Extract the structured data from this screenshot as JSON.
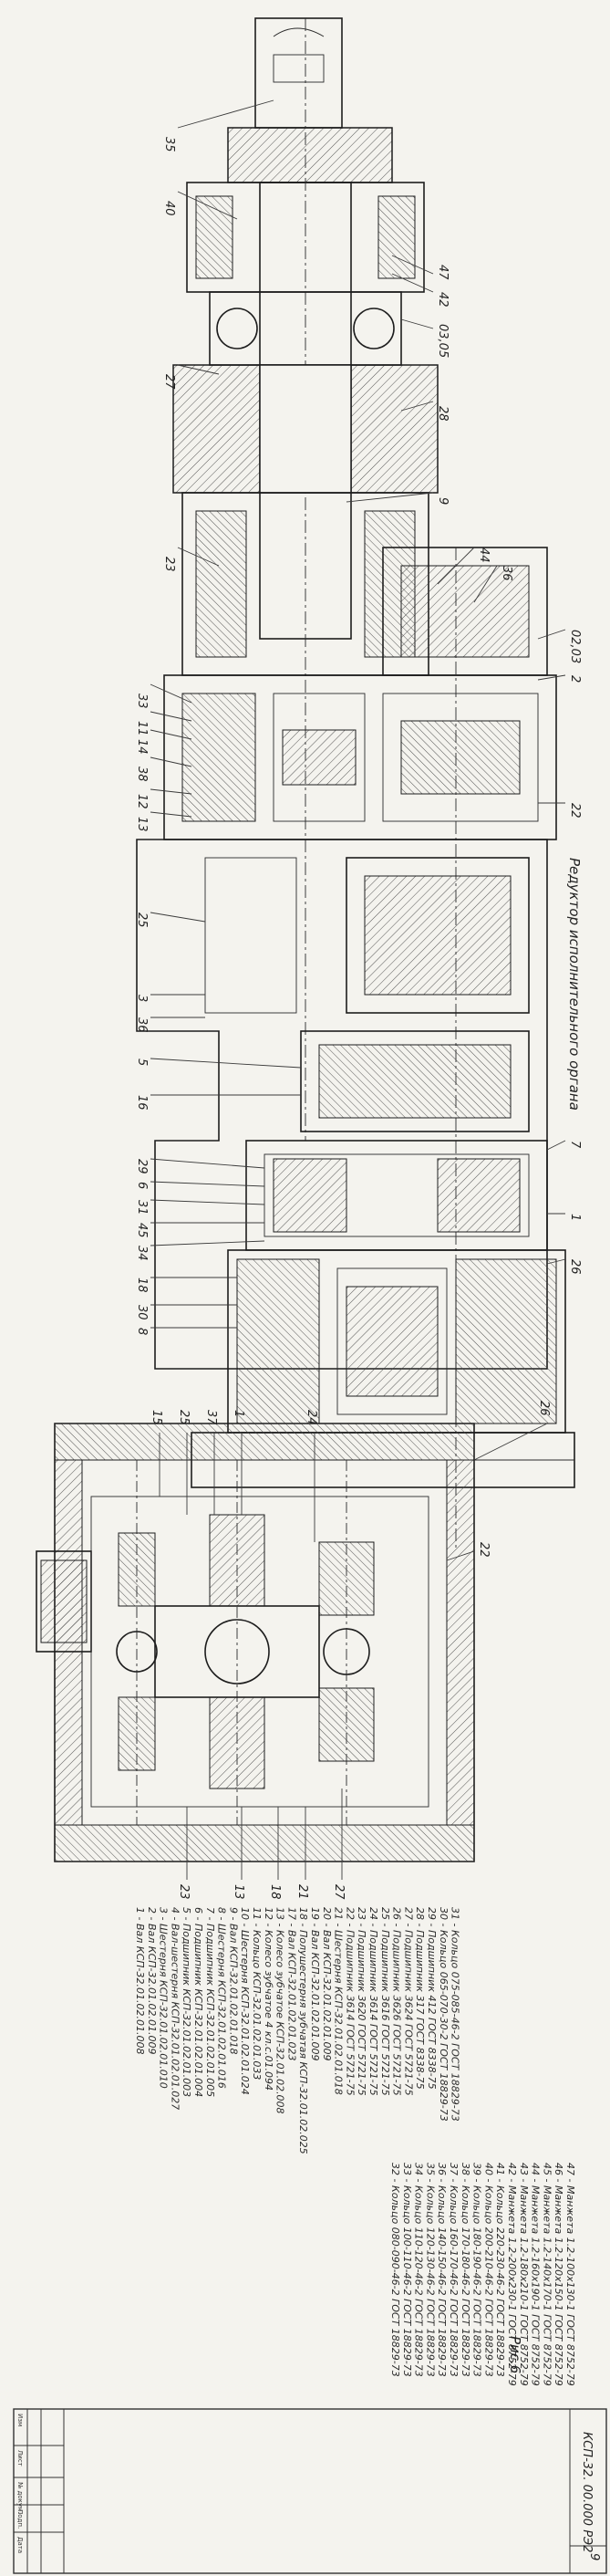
{
  "drawing": {
    "sheet_number": "9",
    "figure_caption": "Рис.6",
    "designation": "КСП-32. 00.000 РЭ2",
    "title_block_cells": [
      "Изм",
      "Лист",
      "№ докум.",
      "Подп.",
      "Дата"
    ],
    "gearbox_caption": "Редуктор исполнительного органа",
    "sections": {
      "upper": {
        "name": "longitudinal-section"
      },
      "lower": {
        "name": "cross-section"
      }
    }
  },
  "upper_callouts": [
    {
      "label": "35"
    },
    {
      "label": "40"
    },
    {
      "label": "42"
    },
    {
      "label": "47"
    },
    {
      "label": "03,05"
    },
    {
      "label": "27"
    },
    {
      "label": "28"
    },
    {
      "label": "9"
    },
    {
      "label": "23"
    },
    {
      "label": "44"
    },
    {
      "label": "36"
    },
    {
      "label": "33"
    },
    {
      "label": "11"
    },
    {
      "label": "14"
    },
    {
      "label": "38"
    },
    {
      "label": "12"
    },
    {
      "label": "13"
    },
    {
      "label": "02,03"
    },
    {
      "label": "2"
    },
    {
      "label": "22"
    },
    {
      "label": "25"
    },
    {
      "label": "3"
    },
    {
      "label": "36"
    },
    {
      "label": "5"
    },
    {
      "label": "16"
    },
    {
      "label": "29"
    },
    {
      "label": "6"
    },
    {
      "label": "31"
    },
    {
      "label": "45"
    },
    {
      "label": "34"
    },
    {
      "label": "18"
    },
    {
      "label": "30"
    },
    {
      "label": "8"
    },
    {
      "label": "7"
    },
    {
      "label": "1"
    },
    {
      "label": "26"
    }
  ],
  "lower_callouts": [
    {
      "label": "15"
    },
    {
      "label": "25"
    },
    {
      "label": "37"
    },
    {
      "label": "1"
    },
    {
      "label": "24"
    },
    {
      "label": "26"
    },
    {
      "label": "22"
    },
    {
      "label": "27"
    },
    {
      "label": "23"
    },
    {
      "label": "13"
    },
    {
      "label": "18"
    },
    {
      "label": "21"
    }
  ],
  "parts_list_left": [
    "1 - Вал КСП-32.01.02.01.008",
    "2 - Вал КСП-32.01.02.01.009",
    "3 - Шестерня КСП-32.01.02.01.010",
    "4 - Вал-шестерня КСП-32.01.02.01.027",
    "5 - Подшипник КСП-32.01.02.01.003",
    "6 - Подшипник КСП-32.01.02.01.004",
    "7 - Подшипник КСП-32.01.02.01.005",
    "8 - Шестерня КСП-32.01.02.01.016",
    "9 - Вал КСП-32.01.02.01.018",
    "10 - Шестерня КСП-32.01.02.01.024",
    "11 - Кольцо КСП-32.01.02.01.033",
    "12 - Колесо зубчатое 4 кл.с.01.094",
    "13 - Колесо зубчатое КСП-32.01.02.008",
    "17 - Вал КСП-32.01.02.01.023",
    "18 - Полушестерня зубчатая КСП-32.01.02.025",
    "19 - Вал КСП-32.01.02.01.009",
    "20 - Вал КСП-32.01.02.01.009",
    "21 - Шестерня КСП-32.01.02.01.018",
    "22 - Подшипник 3614 ГОСТ 5721-75",
    "23 - Подшипник 3620 ГОСТ 5721-75",
    "24 - Подшипник 3614 ГОСТ 5721-75",
    "25 - Подшипник 3616 ГОСТ 5721-75",
    "26 - Подшипник 3626 ГОСТ 5721-75",
    "27 - Подшипник 3624 ГОСТ 5721-75",
    "28 - Подшипник 317 ГОСТ 8338-75",
    "29 - Подшипник 412 ГОСТ 8338-75",
    "30 - Кольцо 065-070-30-2 ГОСТ 18829-73",
    "31 - Кольцо 075-085-46-2 ГОСТ 18829-73"
  ],
  "parts_list_right": [
    "32 - Кольцо 080-090-46-2 ГОСТ 18829-73",
    "33 - Кольцо 100-110-46-2 ГОСТ 18829-73",
    "34 - Кольцо 110-120-46-2 ГОСТ 18829-73",
    "35 - Кольцо 120-130-46-2 ГОСТ 18829-73",
    "36 - Кольцо 140-150-46-2 ГОСТ 18829-73",
    "37 - Кольцо 160-170-46-2 ГОСТ 18829-73",
    "38 - Кольцо 170-180-46-2 ГОСТ 18829-73",
    "39 - Кольцо 180-190-46-2 ГОСТ 18829-73",
    "40 - Кольцо 200-210-46-2 ГОСТ 18829-73",
    "41 - Кольцо 220-230-46-2 ГОСТ 18829-73",
    "42 - Манжета 1.2-200x230-1 ГОСТ 8752-79",
    "43 - Манжета 1.2-180x210-1 ГОСТ 8752-79",
    "44 - Манжета 1.2-160x190-1 ГОСТ 8752-79",
    "45 - Манжета 1.2-140x170-1 ГОСТ 8752-79",
    "46 - Манжета 1.2-120x150-1 ГОСТ 8752-79",
    "47 - Манжета 1.2-100x130-1 ГОСТ 8752-79"
  ]
}
